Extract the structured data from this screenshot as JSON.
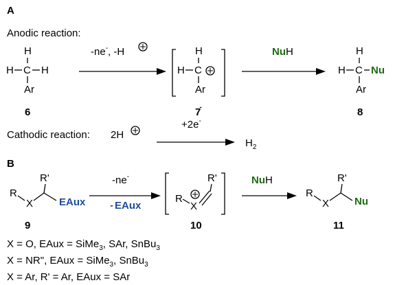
{
  "partA": {
    "label": "A",
    "anodic_title": "Anodic reaction:",
    "cathodic_title": "Cathodic reaction:",
    "reagent_oxidation": "-ne",
    "reagent_oxidation_sup": "-",
    "reagent_proton": ", -H",
    "nu_label": "Nu",
    "nu_h": "H",
    "cathode_lhs": "2H",
    "cathode_reagent": "+2e",
    "cathode_reagent_sup": "-",
    "cathode_product": "H",
    "cathode_product_sub": "2",
    "compound6": "6",
    "compound7": "7",
    "compound7_sup": "-",
    "compound8": "8",
    "atom_H": "H",
    "atom_C": "C",
    "atom_Ar": "Ar",
    "nu_atom": "Nu"
  },
  "partB": {
    "label": "B",
    "reagent_oxidation": "-ne",
    "reagent_oxidation_sup": "-",
    "eaux_leave": "EAux",
    "eaux_leave_prefix": "-",
    "nu_label": "Nu",
    "nu_h": "H",
    "compound9": "9",
    "compound10": "10",
    "compound11": "11",
    "atom_R": "R",
    "atom_Rp": "R'",
    "atom_X": "X",
    "eaux": "EAux",
    "nu_atom": "Nu"
  },
  "conditions": {
    "line1_a": "X = O, EAux = SiMe",
    "line1_sub": "3",
    "line1_b": ", SAr, SnBu",
    "line1_sub2": "3",
    "line2_a": "X = NR\", EAux = SiMe",
    "line2_sub": "3",
    "line2_b": ", SnBu",
    "line2_sub2": "3",
    "line3": "X = Ar, R' = Ar, EAux = SAr"
  },
  "colors": {
    "nucleophile": "#1e6a12",
    "auxiliary": "#1f4b9b"
  }
}
